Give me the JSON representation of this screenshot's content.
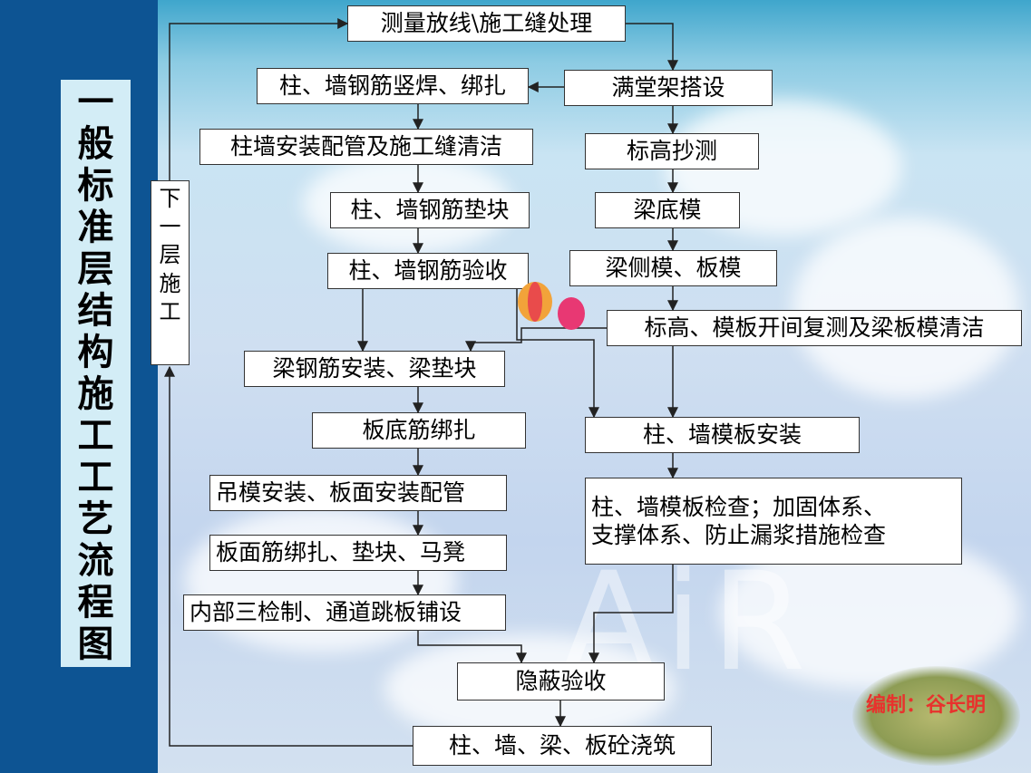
{
  "title": "一般标准层结构施工工艺流程图",
  "author": "编制：谷长明",
  "nodes": {
    "n1": "测量放线\\施工缝处理",
    "n2": "柱、墙钢筋竖焊、绑扎",
    "n3": "满堂架搭设",
    "n4": "柱墙安装配管及施工缝清洁",
    "n5": "标高抄测",
    "n6": "柱、墙钢筋垫块",
    "n7": "梁底模",
    "n8": "柱、墙钢筋验收",
    "n9": "梁侧模、板模",
    "n10": "标高、模板开间复测及梁板模清洁",
    "n11": "梁钢筋安装、梁垫块",
    "n12": "板底筋绑扎",
    "n13": "柱、墙模板安装",
    "n14": "吊模安装、板面安装配管",
    "n15_line1": "柱、墙模板检查；加固体系、",
    "n15_line2": "支撑体系、防止漏浆措施检查",
    "n16": "板面筋绑扎、垫块、马凳",
    "n17": "内部三检制、通道跳板铺设",
    "n18": "隐蔽验收",
    "n19": "柱、墙、梁、板砼浇筑",
    "next_floor": [
      "下",
      "一",
      "层",
      "施",
      "工"
    ]
  },
  "colors": {
    "left_bar": "#0d5493",
    "title_panel": "#d3edf6",
    "author_text": "#e8322d"
  }
}
